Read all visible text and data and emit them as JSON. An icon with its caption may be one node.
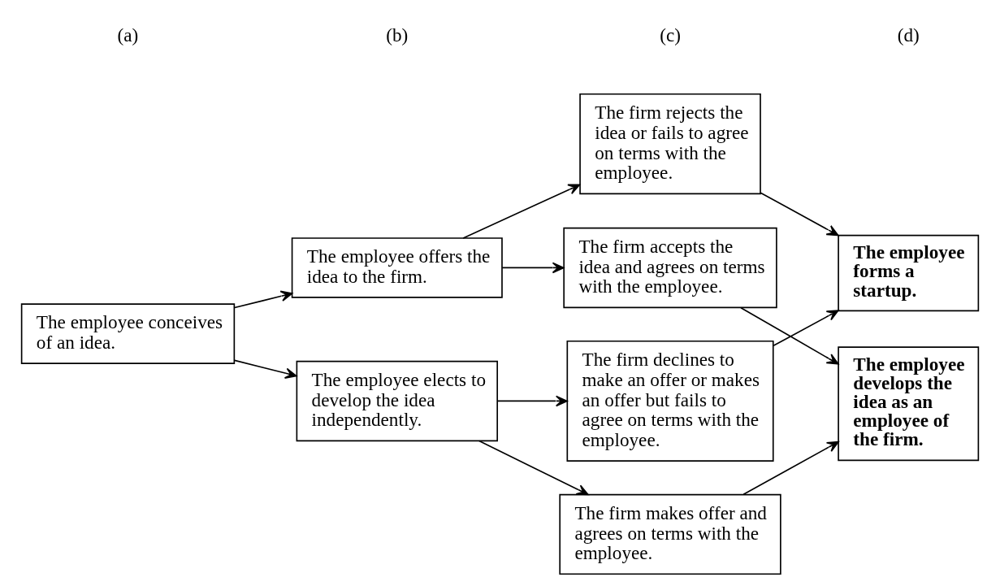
{
  "diagram": {
    "nodes": [
      {
        "text": [
          "The employee conceives of an idea."
        ]
      },
      {
        "text": [
          "The employee offers the idea to the firm."
        ]
      },
      {
        "text": [
          "The employee elects to develop the idea independently."
        ]
      },
      {
        "text": [
          "The firm rejects the idea or fails to agree on terms with the employee."
        ]
      },
      {
        "text": [
          "The firm accepts the idea and agrees on terms with the employee."
        ]
      },
      {
        "text": [
          "The firm makes offer and agrees on terms with the employee."
        ]
      },
      {
        "text": [
          "The firm declines to make an offer or makes an offer but fails to agree on terms with the employee."
        ]
      },
      {
        "text": [
          "The employee forms a startup."
        ]
      },
      {
        "text": [
          "The employee develops the idea as an employee of the firm."
        ]
      }
    ],
    "edges": [
      {
        "from": 0,
        "to": 1,
        "arrow": "to"
      },
      {
        "from": 0,
        "to": 2,
        "arrow": "to"
      },
      {
        "from": 1,
        "to": 3,
        "arrow": "to"
      },
      {
        "from": 1,
        "to": 4,
        "arrow": "to"
      },
      {
        "from": 2,
        "to": 5,
        "arrow": "to"
      },
      {
        "from": 2,
        "to": 6,
        "arrow": "to"
      },
      {
        "from": 3,
        "to": 7,
        "arrow": "to"
      },
      {
        "from": 4,
        "to": 8,
        "arrow": "to"
      },
      {
        "from": 5,
        "to": 8,
        "arrow": "to"
      },
      {
        "from": 6,
        "to": 7,
        "arrow": "to"
      }
    ],
    "labels": [
      "(a)",
      "(b)",
      "(c)",
      "(d)"
    ]
  }
}
